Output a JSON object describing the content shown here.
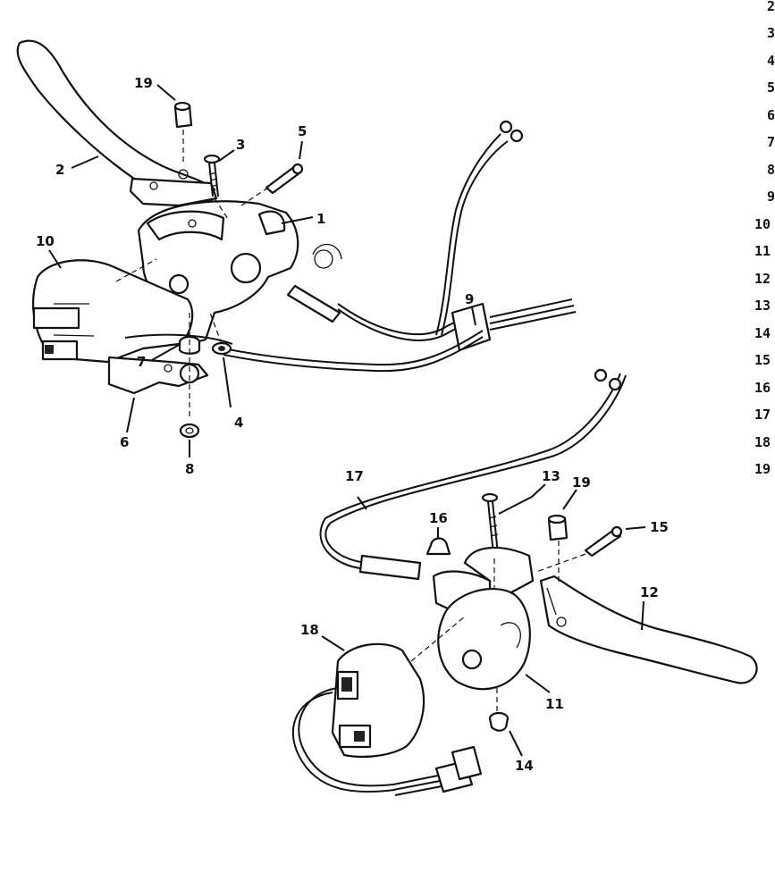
{
  "callouts": {
    "c1": "1",
    "c2": "2",
    "c3": "3",
    "c4": "4",
    "c5": "5",
    "c6": "6",
    "c7": "7",
    "c8": "8",
    "c9": "9",
    "c10": "10",
    "c11": "11",
    "c12": "12",
    "c13": "13",
    "c14": "14",
    "c15": "15",
    "c16": "16",
    "c17": "17",
    "c18": "18",
    "c19a": "19",
    "c19b": "19"
  },
  "right_index": [
    "2",
    "3",
    "4",
    "5",
    "6",
    "7",
    "8",
    "9",
    "10",
    "11",
    "12",
    "13",
    "14",
    "15",
    "16",
    "17",
    "18",
    "19"
  ]
}
